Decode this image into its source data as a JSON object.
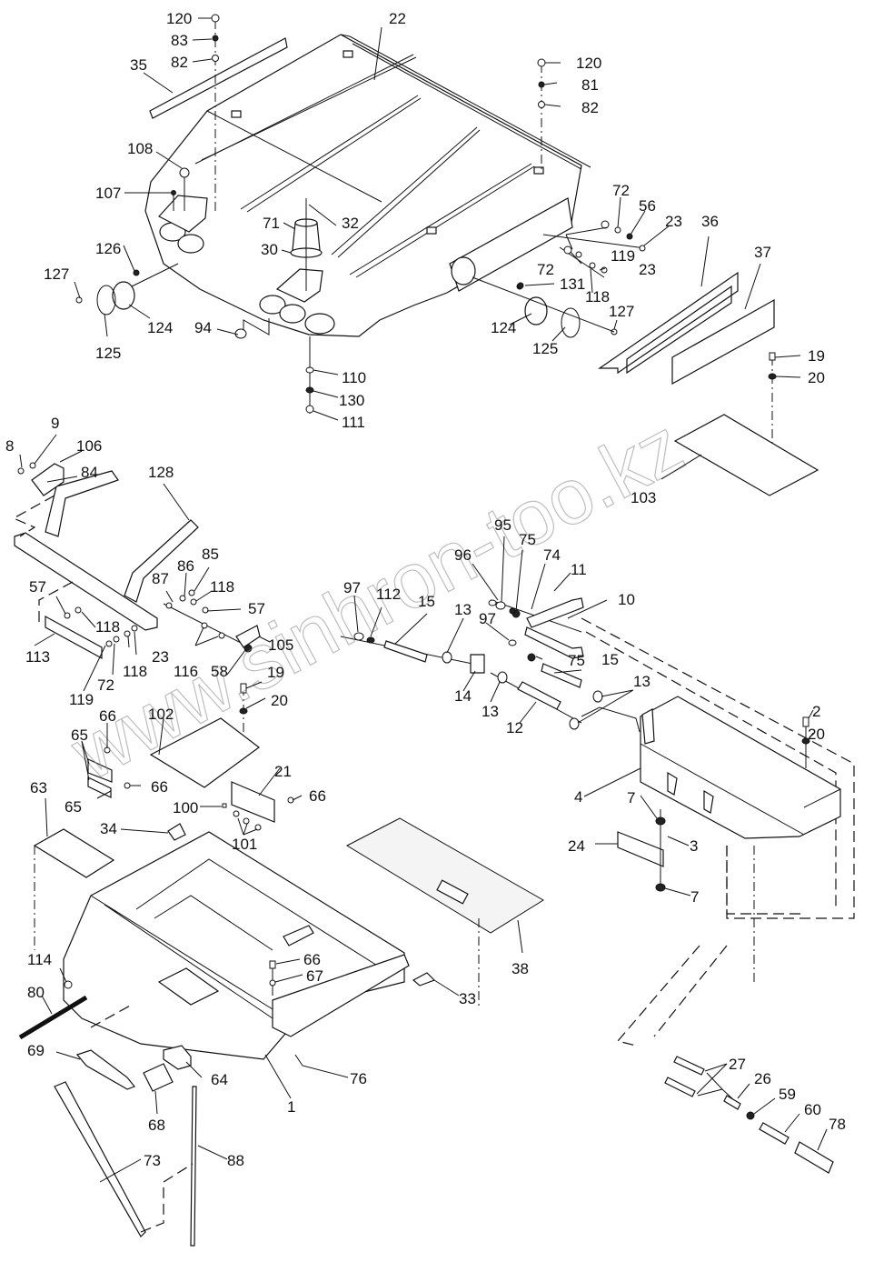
{
  "diagram": {
    "type": "exploded-parts-diagram",
    "watermark": "www.sinhron-too.kz",
    "assemblies": {
      "roof": [
        "22",
        "35",
        "120",
        "83",
        "82",
        "81",
        "108",
        "107",
        "71",
        "30",
        "32",
        "126",
        "127",
        "124",
        "125",
        "94",
        "110",
        "130",
        "111",
        "72",
        "56",
        "23",
        "119",
        "118",
        "131",
        "36",
        "37",
        "19",
        "20",
        "103"
      ],
      "frame": [
        "8",
        "9",
        "106",
        "84",
        "128",
        "87",
        "86",
        "85",
        "118",
        "57",
        "105",
        "58",
        "116",
        "113",
        "72",
        "119",
        "23",
        "19",
        "20",
        "102",
        "66",
        "65",
        "21",
        "100",
        "101"
      ],
      "heater_hoses": [
        "95",
        "75",
        "74",
        "11",
        "10",
        "96",
        "97",
        "112",
        "15",
        "13",
        "14",
        "12"
      ],
      "heater_box": [
        "4",
        "2",
        "20",
        "7",
        "3",
        "24"
      ],
      "floor": [
        "63",
        "34",
        "38",
        "1",
        "33",
        "76",
        "66",
        "67",
        "114",
        "80"
      ],
      "wiper": [
        "69",
        "68",
        "64",
        "73",
        "88"
      ],
      "cable": [
        "27",
        "26",
        "59",
        "60",
        "78"
      ]
    }
  },
  "labels": {
    "l120a": "120",
    "l83": "83",
    "l82a": "82",
    "l35": "35",
    "l22": "22",
    "l120b": "120",
    "l81": "81",
    "l82b": "82",
    "l108": "108",
    "l107": "107",
    "l32": "32",
    "l71": "71",
    "l30": "30",
    "l126": "126",
    "l127a": "127",
    "l124a": "124",
    "l125a": "125",
    "l94": "94",
    "l110": "110",
    "l130": "130",
    "l111": "111",
    "l72a": "72",
    "l56": "56",
    "l23a": "23",
    "l119a": "119",
    "l72b": "72",
    "l23b": "23",
    "l131": "131",
    "l118a": "118",
    "l124b": "124",
    "l125b": "125",
    "l127b": "127",
    "l36": "36",
    "l37": "37",
    "l19a": "19",
    "l20a": "20",
    "l103": "103",
    "l9": "9",
    "l8": "8",
    "l106": "106",
    "l84": "84",
    "l128": "128",
    "l87": "87",
    "l86": "86",
    "l85": "85",
    "l118b": "118",
    "l57a": "57",
    "l57b": "57",
    "l118c": "118",
    "l113": "113",
    "l23c": "23",
    "l72c": "72",
    "l118d": "118",
    "l119b": "119",
    "l116": "116",
    "l58": "58",
    "l105": "105",
    "l19b": "19",
    "l20b": "20",
    "l66a": "66",
    "l102": "102",
    "l65a": "65",
    "l66b": "66",
    "l65b": "65",
    "l21": "21",
    "l66c": "66",
    "l100": "100",
    "l101": "101",
    "l63": "63",
    "l34": "34",
    "l95": "95",
    "l75a": "75",
    "l74": "74",
    "l96": "96",
    "l11": "11",
    "l10": "10",
    "l97a": "97",
    "l112": "112",
    "l15a": "15",
    "l13a": "13",
    "l97b": "97",
    "l75b": "75",
    "l15b": "15",
    "l14": "14",
    "l13b": "13",
    "l12": "12",
    "l13c": "13",
    "l2": "2",
    "l20c": "20",
    "l4": "4",
    "l7a": "7",
    "l3": "3",
    "l24": "24",
    "l7b": "7",
    "l38": "38",
    "l114": "114",
    "l66d": "66",
    "l67": "67",
    "l80": "80",
    "l33": "33",
    "l69": "69",
    "l64": "64",
    "l68": "68",
    "l1": "1",
    "l76": "76",
    "l73": "73",
    "l88": "88",
    "l27": "27",
    "l26": "26",
    "l59": "59",
    "l60": "60",
    "l78": "78"
  }
}
